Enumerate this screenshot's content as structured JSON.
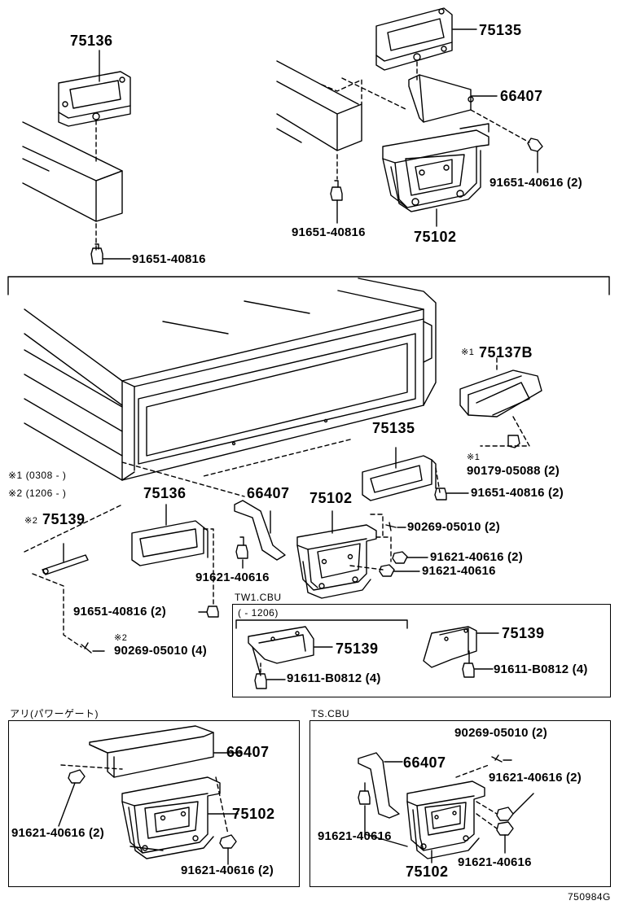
{
  "figure_code": "750984G",
  "top_left": {
    "part_bracket": "75136",
    "bolt": "91651-40816"
  },
  "top_right": {
    "part_bracket": "75135",
    "part_plate": "66407",
    "bolt_a": "91651-40616 (2)",
    "bolt_b": "91651-40816",
    "part_holder": "75102"
  },
  "main": {
    "part_cover_note": "※1",
    "part_cover": "75137B",
    "clip_note": "※1",
    "clip": "90179-05088 (2)",
    "bracket_right": "75135",
    "bolt_right": "91651-40816 (2)",
    "legend_1": "※1 (0308 -      )",
    "legend_2": "※2 (1206 -      )",
    "bracket_left": "75136",
    "plate": "66407",
    "holder": "75102",
    "rod_note": "※2",
    "rod": "75139",
    "screw_a": "90269-05010 (2)",
    "bolt_c": "91621-40616 (2)",
    "bolt_d": "91621-40616",
    "bolt_e": "91621-40616",
    "bolt_f": "91651-40816 (2)",
    "screw_note": "※2",
    "screw_b": "90269-05010 (4)"
  },
  "tw1_box": {
    "title": "TW1.CBU",
    "range": "(      - 1206)",
    "part_a": "75139",
    "part_b": "75139",
    "bolt_a": "91611-B0812 (4)",
    "bolt_b": "91611-B0812 (4)"
  },
  "power_gate_box": {
    "title": "アリ(パワーゲート)",
    "plate": "66407",
    "holder": "75102",
    "bolt_a": "91621-40616 (2)",
    "bolt_b": "91621-40616 (2)"
  },
  "ts_box": {
    "title": "TS.CBU",
    "screw": "90269-05010 (2)",
    "plate": "66407",
    "bolt_a": "91621-40616 (2)",
    "bolt_b": "91621-40616",
    "bolt_c": "91621-40616",
    "holder": "75102"
  }
}
